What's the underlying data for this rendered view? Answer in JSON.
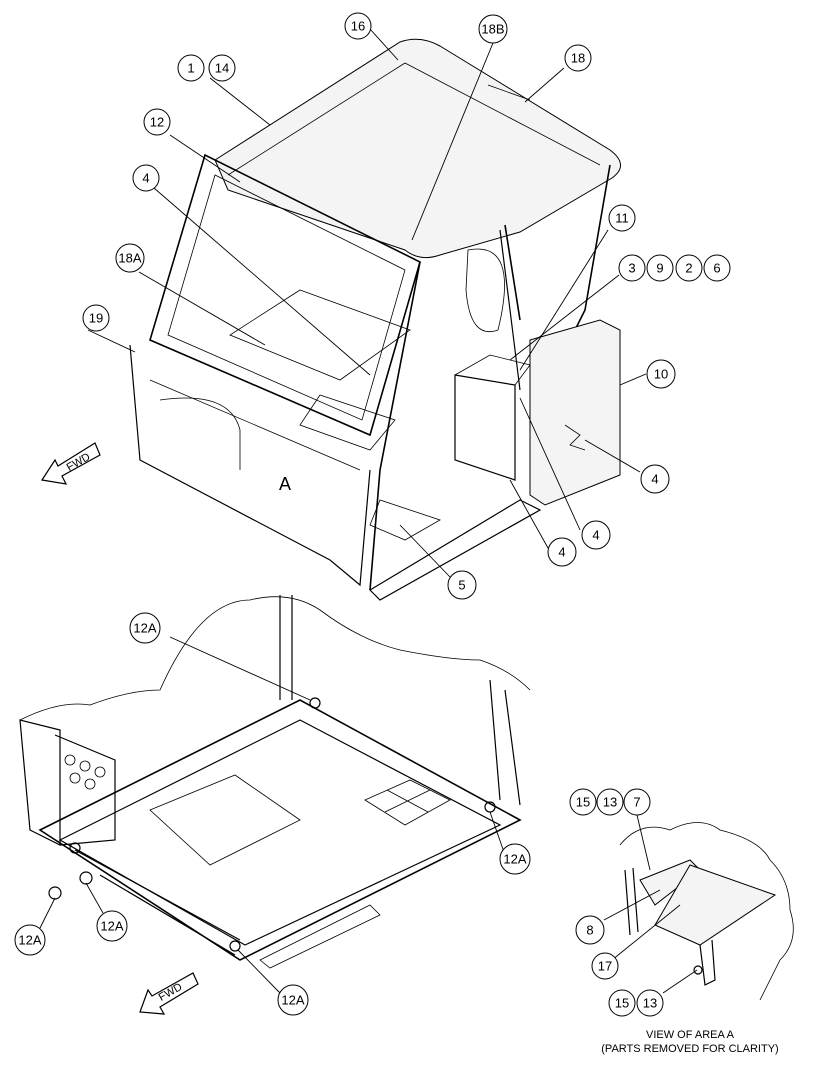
{
  "callouts": {
    "c16": "16",
    "c18b": "18B",
    "c1": "1",
    "c14": "14",
    "c18": "18",
    "c12": "12",
    "c4a": "4",
    "c18a": "18A",
    "c11": "11",
    "c3": "3",
    "c9": "9",
    "c2": "2",
    "c6": "6",
    "c19": "19",
    "c10": "10",
    "c4b": "4",
    "c4c": "4",
    "c4d": "4",
    "c5": "5",
    "c12a1": "12A",
    "c12a2": "12A",
    "c12a3": "12A",
    "c12a4": "12A",
    "c12a5": "12A",
    "c15a": "15",
    "c13a": "13",
    "c7": "7",
    "c8": "8",
    "c17": "17",
    "c15b": "15",
    "c13b": "13"
  },
  "labels": {
    "fwd_top": "FWD",
    "fwd_bottom": "FWD",
    "area_a": "A"
  },
  "caption": {
    "line1": "VIEW OF AREA A",
    "line2": "(PARTS REMOVED FOR CLARITY)"
  }
}
